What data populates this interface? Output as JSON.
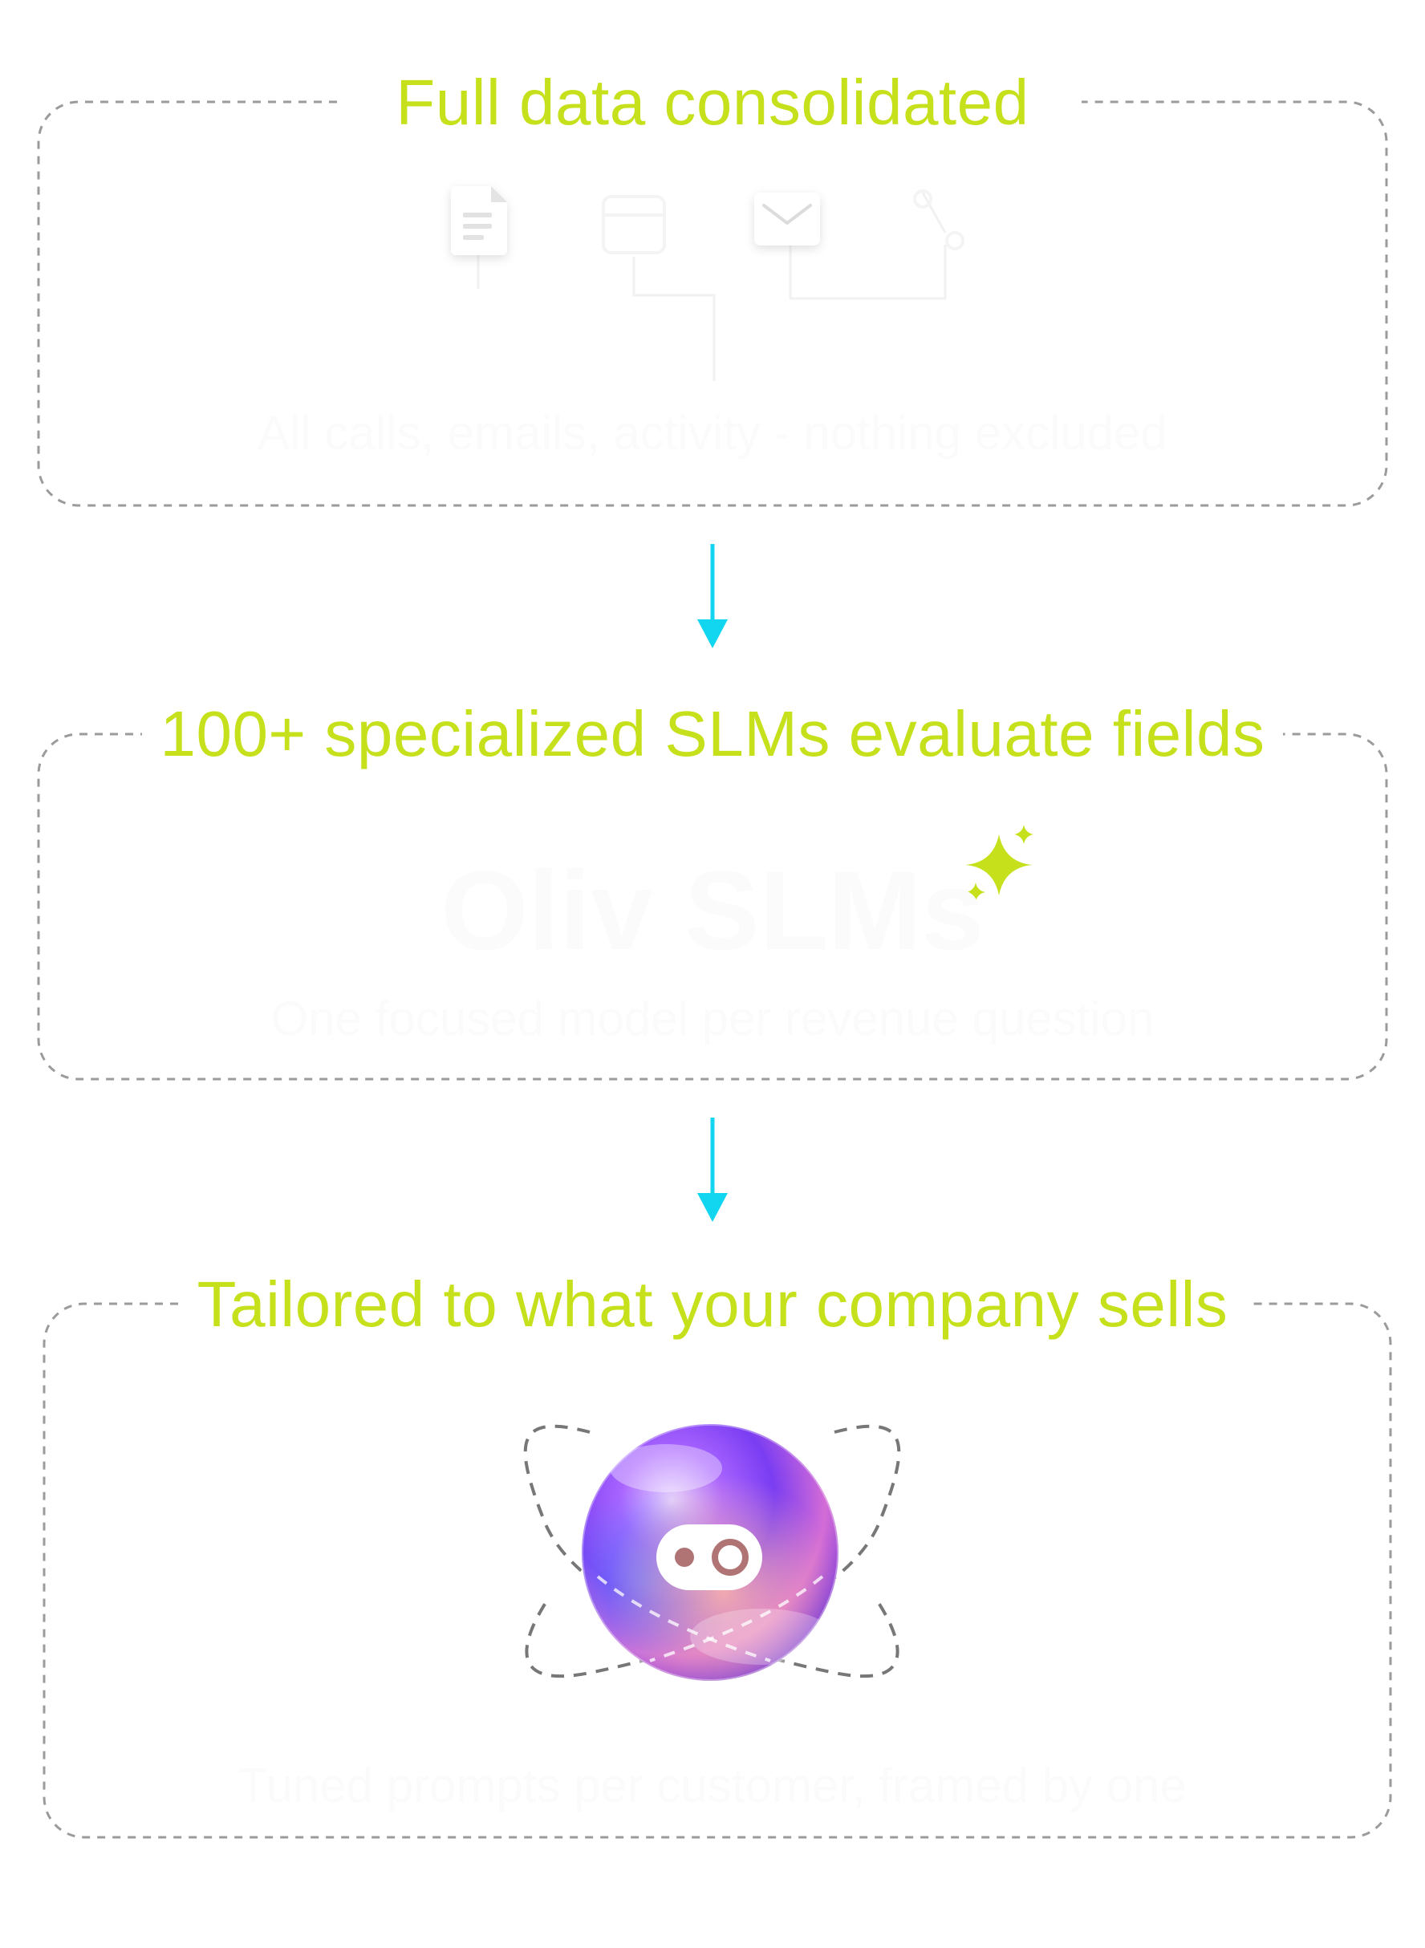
{
  "colors": {
    "accent_green": "#c6e01c",
    "arrow_cyan": "#12d5f0",
    "dash_gray": "#9b9b9b",
    "faint_text": "#fbfbfb"
  },
  "stage1": {
    "title": "Full data consolidated",
    "caption": "All calls, emails, activity - nothing excluded",
    "icons": [
      "document-icon",
      "calendar-icon",
      "email-icon",
      "link-icon"
    ]
  },
  "stage2": {
    "title": "100+ specialized SLMs evaluate fields",
    "big_label": "Oliv SLMs",
    "caption": "One focused model per revenue question",
    "icon": "sparkle-icon"
  },
  "stage3": {
    "title": "Tailored to what your company sells",
    "caption": "Tuned prompts per customer, framed by one",
    "icon": "oliv-orb-logo"
  }
}
